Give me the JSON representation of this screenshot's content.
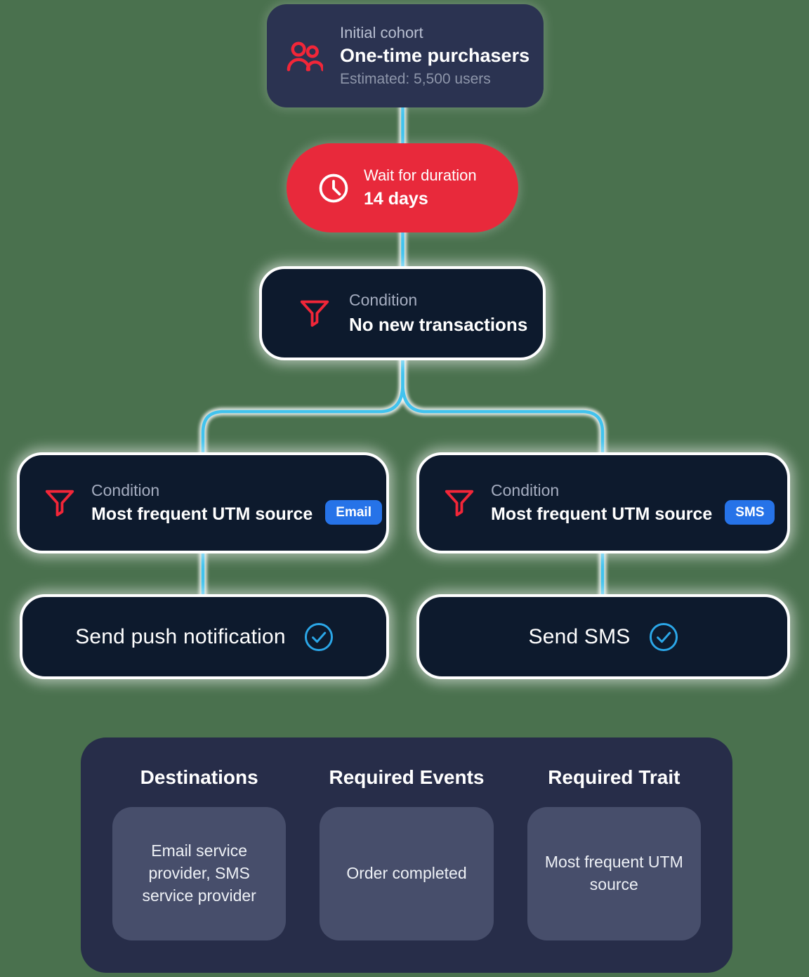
{
  "background": "#4a714e",
  "colors": {
    "node_dark": "#0d1a2d",
    "node_navy": "#2b3351",
    "accent_red": "#e8293b",
    "icon_red": "#f22638",
    "connector_cyan": "#41c3ee",
    "badge_blue": "#2673e8",
    "check_blue": "#2ba7e8",
    "panel_navy": "#272d49",
    "card_slate": "#474e6b"
  },
  "flow": {
    "initial_cohort": {
      "kind": "Initial cohort",
      "title": "One-time purchasers",
      "estimate": "Estimated: 5,500 users",
      "icon": "users-icon"
    },
    "wait": {
      "kind": "Wait for duration",
      "title": "14 days",
      "icon": "clock-icon"
    },
    "condition_root": {
      "kind": "Condition",
      "title": "No new transactions",
      "icon": "filter-icon"
    },
    "condition_email": {
      "kind": "Condition",
      "title": "Most frequent UTM source",
      "badge": "Email",
      "icon": "filter-icon"
    },
    "condition_sms": {
      "kind": "Condition",
      "title": "Most frequent UTM source",
      "badge": "SMS",
      "icon": "filter-icon"
    },
    "action_push": {
      "title": "Send push notification",
      "icon": "check-circle-icon"
    },
    "action_sms": {
      "title": "Send SMS",
      "icon": "check-circle-icon"
    }
  },
  "summary": {
    "columns": [
      {
        "header": "Destinations",
        "value": "Email service provider, SMS service provider"
      },
      {
        "header": "Required Events",
        "value": "Order completed"
      },
      {
        "header": "Required Trait",
        "value": "Most frequent UTM source"
      }
    ]
  }
}
